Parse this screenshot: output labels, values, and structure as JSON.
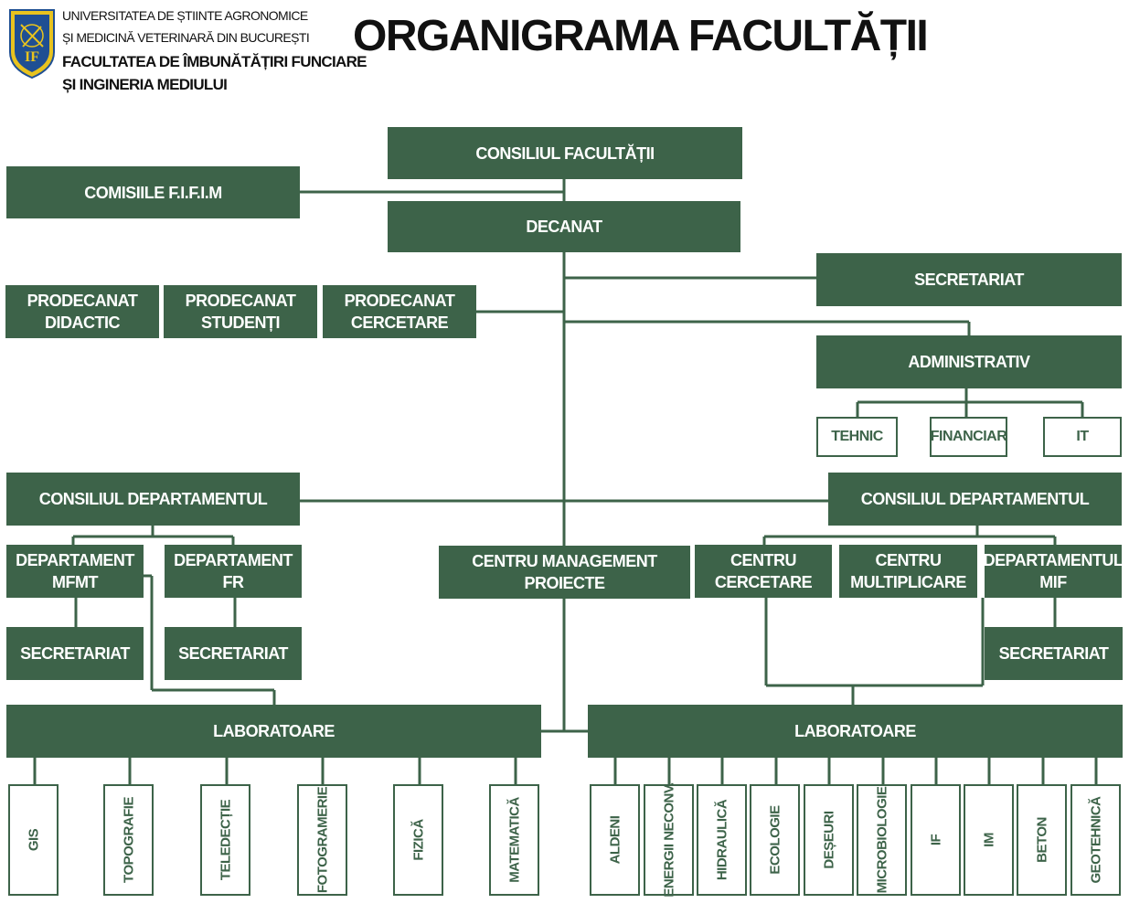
{
  "header": {
    "university_line1": "UNIVERSITATEA DE ȘTIINTE AGRONOMICE",
    "university_line2": "ȘI MEDICINĂ VETERINARĂ DIN BUCUREȘTI",
    "faculty_line1": "FACULTATEA DE ÎMBUNĂTĂȚIRI FUNCIARE",
    "faculty_line2": "ȘI INGINERIA MEDIULUI",
    "logo_text": "IF",
    "title": "ORGANIGRAMA FACULTĂȚII"
  },
  "colors": {
    "box_fill": "#3d6349",
    "box_text": "#ffffff",
    "line": "#3d6349",
    "logo_blue": "#1f4f93",
    "logo_gold": "#e8c31e"
  },
  "units": {
    "consiliul_facultatii": "CONSILIUL FACULTĂȚII",
    "comisiile": "COMISIILE F.I.F.I.M",
    "decanat": "DECANAT",
    "secretariat_top": "SECRETARIAT",
    "prodecanat_didactic": "PRODECANAT\nDIDACTIC",
    "prodecanat_studenti": "PRODECANAT\nSTUDENȚI",
    "prodecanat_cercetare": "PRODECANAT\nCERCETARE",
    "administrativ": "ADMINISTRATIV",
    "tehnic": "TEHNIC",
    "financiar": "FINANCIAR",
    "it": "IT",
    "consiliul_dep_left": "CONSILIUL DEPARTAMENTUL",
    "consiliul_dep_right": "CONSILIUL DEPARTAMENTUL",
    "departament_mfmt": "DEPARTAMENT\nMFMT",
    "departament_fr": "DEPARTAMENT\nFR",
    "centru_management": "CENTRU MANAGEMENT PROIECTE",
    "centru_cercetare": "CENTRU\nCERCETARE",
    "centru_multiplicare": "CENTRU\nMULTIPLICARE",
    "departamentul_mif": "DEPARTAMENTUL\nMIF",
    "secretariat_mfmt": "SECRETARIAT",
    "secretariat_fr": "SECRETARIAT",
    "secretariat_mif": "SECRETARIAT",
    "laboratoare_left": "LABORATOARE",
    "laboratoare_right": "LABORATOARE"
  },
  "labs_left": [
    "GIS",
    "TOPOGRAFIE",
    "TELEDECȚIE",
    "FOTOGRAMERIE",
    "FIZICĂ",
    "MATEMATICĂ"
  ],
  "labs_right": [
    "ALDENI",
    "ENERGII NECONV.",
    "HIDRAULICĂ",
    "ECOLOGIE",
    "DEȘEURI",
    "MICROBIOLOGIE",
    "IF",
    "IM",
    "BETON",
    "GEOTEHNICĂ"
  ]
}
